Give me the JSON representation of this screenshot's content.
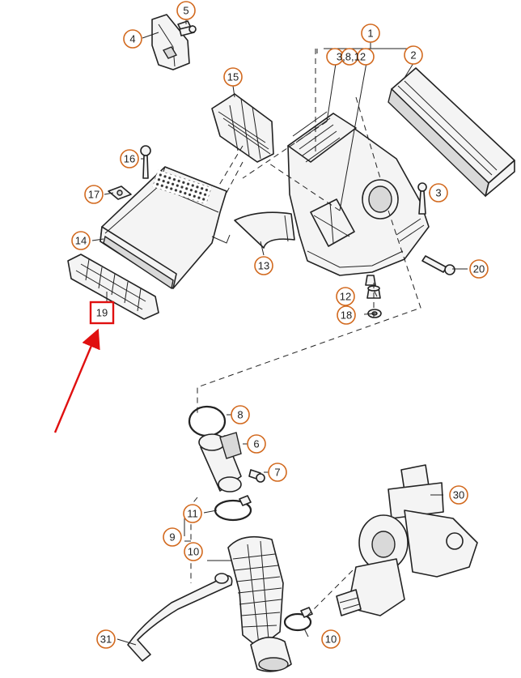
{
  "callouts": {
    "c1": "1",
    "c1_sub": "3,8,12",
    "c2": "2",
    "c3": "3",
    "c4": "4",
    "c5": "5",
    "c6": "6",
    "c7": "7",
    "c8": "8",
    "c9": "9",
    "c10a": "10",
    "c10b": "10",
    "c11": "11",
    "c12": "12",
    "c13": "13",
    "c14": "14",
    "c15": "15",
    "c16": "16",
    "c17": "17",
    "c18": "18",
    "c19": "19",
    "c20": "20",
    "c30": "30",
    "c31": "31"
  },
  "highlight": {
    "label": "19",
    "box_color": "#e01010",
    "arrow_color": "#e01010"
  },
  "colors": {
    "callout_ring": "#d2691e",
    "line": "#222222"
  }
}
